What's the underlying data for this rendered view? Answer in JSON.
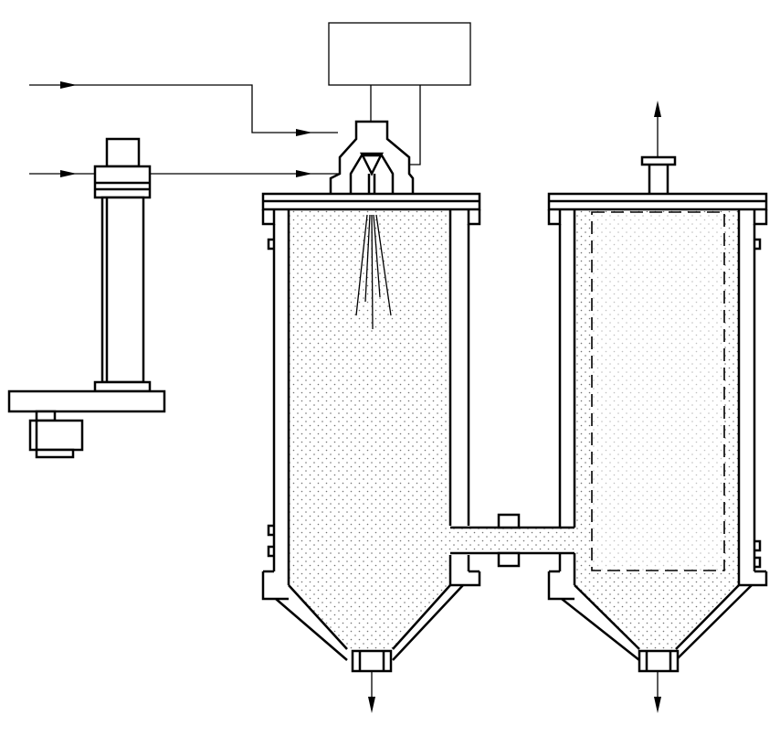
{
  "diagram": {
    "type": "process-schematic",
    "components": [
      {
        "id": "control-box",
        "label": ""
      },
      {
        "id": "spray-nozzle",
        "label": ""
      },
      {
        "id": "pump-column",
        "label": ""
      },
      {
        "id": "pump-motor",
        "label": ""
      },
      {
        "id": "reactor-vessel",
        "label": ""
      },
      {
        "id": "separator-vessel",
        "label": ""
      },
      {
        "id": "connecting-pipe-valve",
        "label": ""
      }
    ],
    "flows": [
      {
        "id": "upper-feed-inlet",
        "direction": "right"
      },
      {
        "id": "lower-feed-inlet",
        "direction": "right"
      },
      {
        "id": "vent-outlet",
        "direction": "up"
      },
      {
        "id": "reactor-bottom-outlet",
        "direction": "down"
      },
      {
        "id": "separator-bottom-outlet",
        "direction": "down"
      }
    ],
    "colors": {
      "line": "#000000",
      "background": "#ffffff",
      "fill_dots": "#000000"
    }
  }
}
